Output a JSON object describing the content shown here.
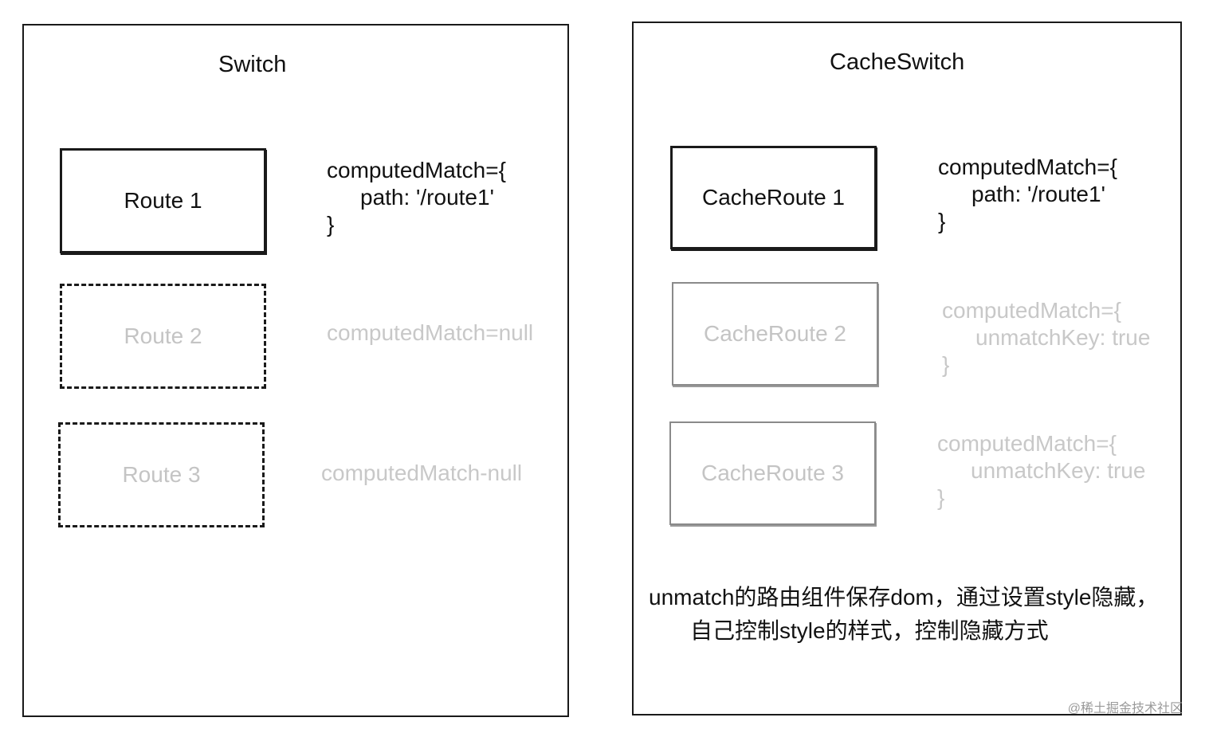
{
  "left_panel": {
    "title": "Switch",
    "routes": [
      {
        "label": "Route 1",
        "match_line1": "computedMatch={",
        "match_line2": "path: '/route1'",
        "match_line3": "}"
      },
      {
        "label": "Route 2",
        "match": "computedMatch=null"
      },
      {
        "label": "Route 3",
        "match": "computedMatch-null"
      }
    ]
  },
  "right_panel": {
    "title": "CacheSwitch",
    "routes": [
      {
        "label": "CacheRoute 1",
        "match_line1": "computedMatch={",
        "match_line2": "path: '/route1'",
        "match_line3": "}"
      },
      {
        "label": "CacheRoute 2",
        "match_line1": "computedMatch={",
        "match_line2": "unmatchKey: true",
        "match_line3": "}"
      },
      {
        "label": "CacheRoute 3",
        "match_line1": "computedMatch={",
        "match_line2": "unmatchKey: true",
        "match_line3": "}"
      }
    ],
    "note_line1": "unmatch的路由组件保存dom，通过设置style隐藏，",
    "note_line2": "自己控制style的样式，控制隐藏方式"
  },
  "watermark": "@稀土掘金技术社区",
  "colors": {
    "stroke": "#1a1a1a",
    "faded_text": "#c4c4c4",
    "faded_stroke": "#8a8a8a"
  }
}
